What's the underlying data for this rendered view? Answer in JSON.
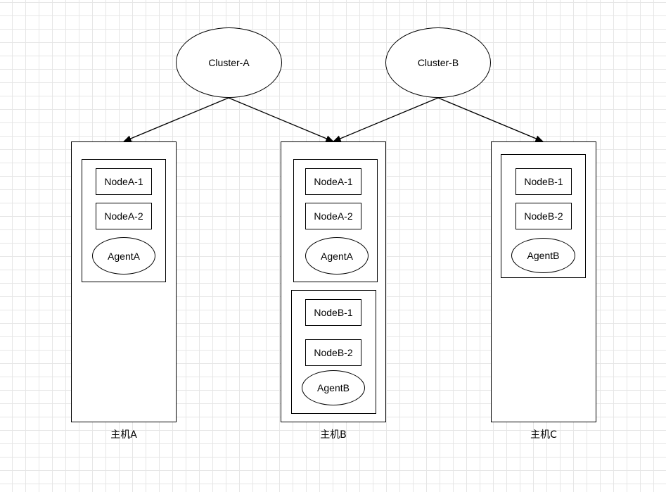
{
  "clusters": {
    "a": {
      "label": "Cluster-A"
    },
    "b": {
      "label": "Cluster-B"
    }
  },
  "hosts": {
    "a": {
      "label": "主机A",
      "group_a": {
        "node1": "NodeA-1",
        "node2": "NodeA-2",
        "agent": "AgentA"
      }
    },
    "b": {
      "label": "主机B",
      "group_a": {
        "node1": "NodeA-1",
        "node2": "NodeA-2",
        "agent": "AgentA"
      },
      "group_b": {
        "node1": "NodeB-1",
        "node2": "NodeB-2",
        "agent": "AgentB"
      }
    },
    "c": {
      "label": "主机C",
      "group_b": {
        "node1": "NodeB-1",
        "node2": "NodeB-2",
        "agent": "AgentB"
      }
    }
  },
  "edges": [
    {
      "from": "Cluster-A",
      "to": "主机A"
    },
    {
      "from": "Cluster-A",
      "to": "主机B"
    },
    {
      "from": "Cluster-B",
      "to": "主机B"
    },
    {
      "from": "Cluster-B",
      "to": "主机C"
    }
  ]
}
